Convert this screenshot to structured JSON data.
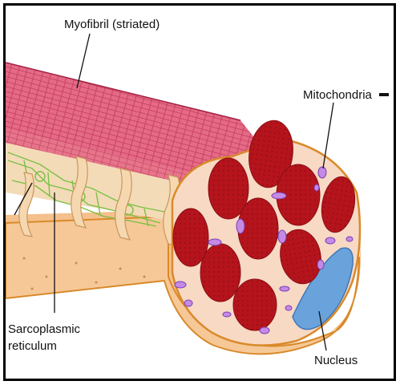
{
  "labels": {
    "myofibril": "Myofibril (striated)",
    "mitochondria": "Mitochondria",
    "sarcoplasmic_line1": "Sarcoplasmic",
    "sarcoplasmic_line2": "reticulum",
    "nucleus": "Nucleus"
  },
  "colors": {
    "myofibril_red": "#c01820",
    "myofibril_pink": "#e05a7a",
    "sarcoplasm": "#f4c08c",
    "membrane": "#d98a2a",
    "reticulum": "#7bc043",
    "mitochondria": "#b070d8",
    "nucleus": "#6aa3dc"
  }
}
